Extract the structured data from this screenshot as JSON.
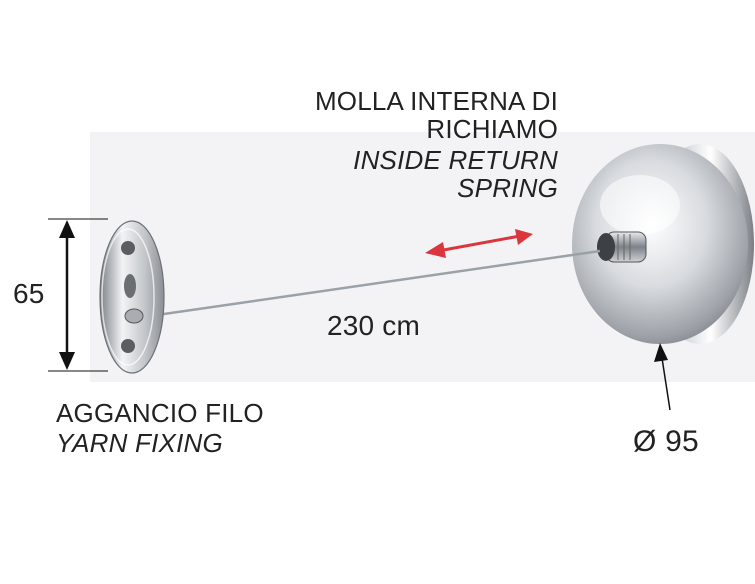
{
  "labels": {
    "spring_it_line1": "MOLLA INTERNA DI",
    "spring_it_line2": "RICHIAMO",
    "spring_en_line1": "INSIDE RETURN",
    "spring_en_line2": "SPRING",
    "height_dim": "65",
    "length_dim": "230 cm",
    "fixing_it": "AGGANCIO FILO",
    "fixing_en": "YARN FIXING",
    "diameter_dim": "Ø 95"
  },
  "colors": {
    "arrow_red": "#d9363e",
    "dimension_black": "#111111",
    "chrome_dark": "#8a8d92",
    "chrome_light": "#f4f5f7",
    "wire": "#9aa1a8"
  }
}
